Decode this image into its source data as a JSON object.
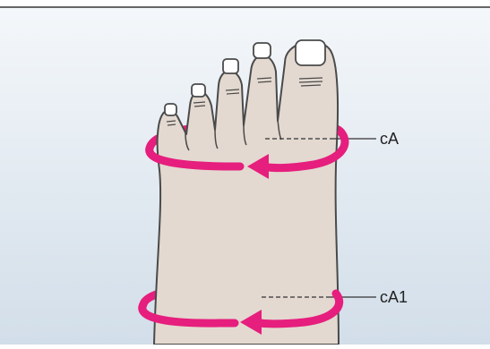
{
  "labels": {
    "measure_a": "cA",
    "measure_a1": "cA1"
  },
  "colors": {
    "background_top": "#f2f6f9",
    "background_bottom": "#d4e0ea",
    "skin": "#e3d9d0",
    "outline": "#4a4a4a",
    "nail": "#ffffff",
    "band": "#e61e7d",
    "guide_line": "#333333",
    "top_rule": "#333333"
  },
  "icons": {
    "measure_band": "circumference-arrow-icon",
    "foot": "foot-illustration"
  }
}
